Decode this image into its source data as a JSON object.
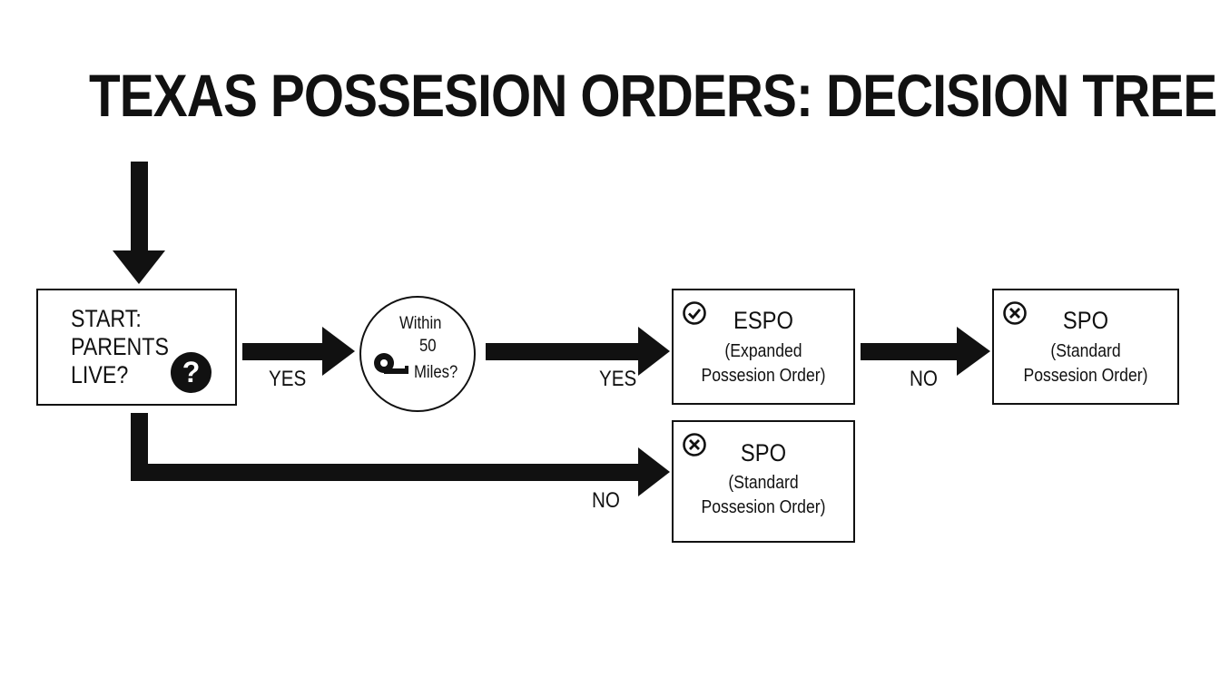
{
  "title": "TEXAS POSSESION ORDERS: DECISION TREE",
  "nodes": {
    "start": {
      "lines": [
        "START:",
        "PARENTS",
        "LIVE?"
      ],
      "icon": "question-mark-icon",
      "icon_glyph": "?"
    },
    "distance": {
      "line1": "Within",
      "line2": "50",
      "line3": "Miles?",
      "icon": "tape-measure-icon"
    },
    "espo": {
      "title": "ESPO",
      "sub": [
        "(Expanded",
        "Possesion Order)"
      ],
      "icon": "check-circle-icon"
    },
    "spo_right": {
      "title": "SPO",
      "sub": [
        "(Standard",
        "Possesion Order)"
      ],
      "icon": "x-circle-icon"
    },
    "spo_bottom": {
      "title": "SPO",
      "sub": [
        "(Standard",
        "Possesion Order)"
      ],
      "icon": "x-circle-icon"
    }
  },
  "edges": {
    "start_to_distance": "YES",
    "distance_to_espo": "YES",
    "espo_to_spo": "NO",
    "start_to_spo": "NO"
  },
  "colors": {
    "ink": "#111111",
    "background": "#ffffff"
  }
}
